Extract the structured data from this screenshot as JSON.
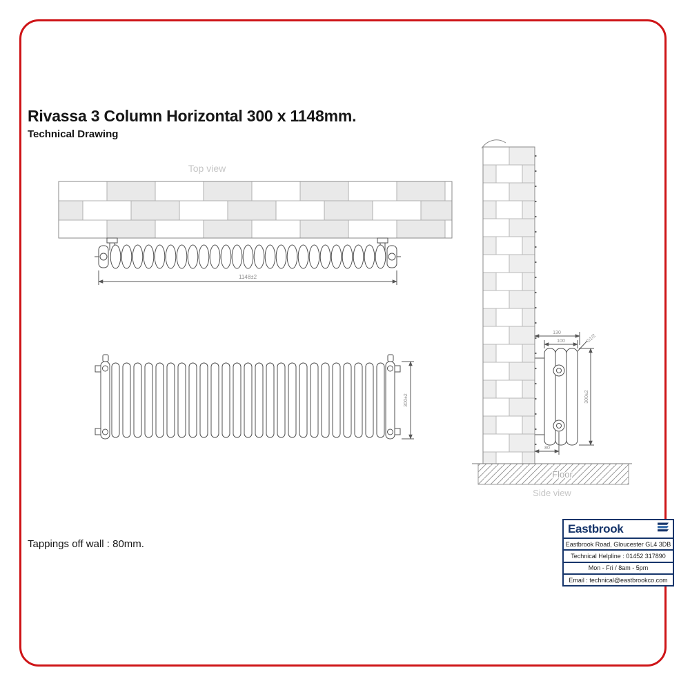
{
  "header": {
    "title": "Rivassa 3 Column Horizontal 300 x 1148mm.",
    "subtitle": "Technical Drawing"
  },
  "labels": {
    "top_view": "Top view",
    "side_view": "Side view",
    "floor": "Floor"
  },
  "dimensions": {
    "overall_width": "1148±2",
    "overall_height": "300±2",
    "wall_to_front": "130",
    "depth": "100",
    "tapping_thread": "G1/2",
    "tapping_off_wall": "80"
  },
  "note": {
    "text": "Tappings off wall : 80mm."
  },
  "infobox": {
    "brand": "Eastbrook",
    "address": "Eastbrook Road, Gloucester GL4 3DB",
    "helpline": "Technical Helpline : 01452 317890",
    "hours": "Mon - Fri / 8am - 5pm",
    "email": "Email : technical@eastbrookco.com"
  },
  "colors": {
    "page_border_red": "#ce1417",
    "brand_navy": "#16356b",
    "brand_blue": "#2e66a8",
    "drawing_line": "#4f4f4f",
    "brick_line": "#b0b0b0",
    "dim_text_gray": "#8f8f8f",
    "view_label_gray": "#c6c6c6"
  }
}
